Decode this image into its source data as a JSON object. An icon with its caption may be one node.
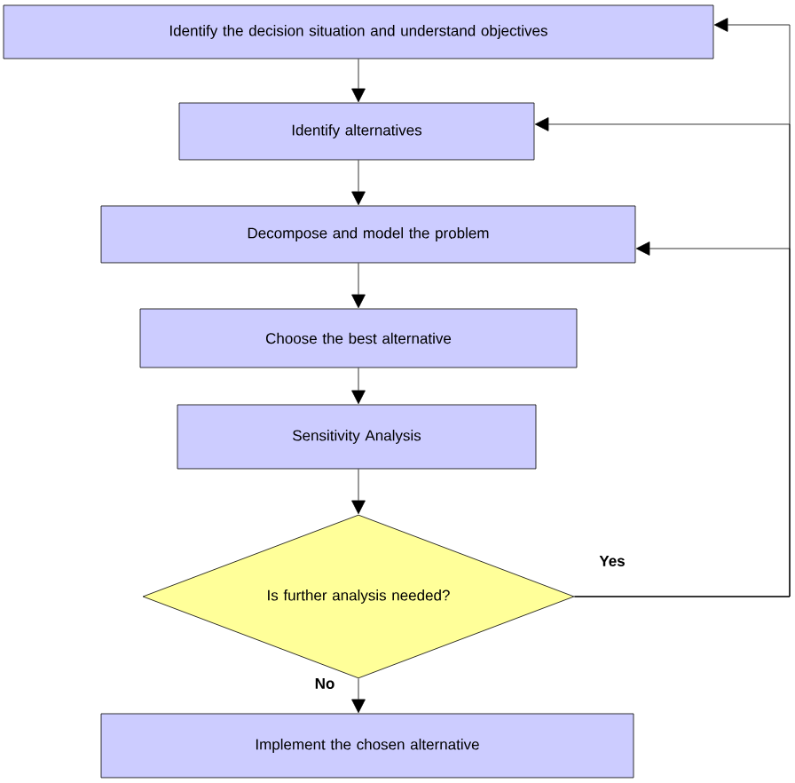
{
  "diagram": {
    "nodes": [
      {
        "text": [
          "Identify the decision situation and understand objectives"
        ]
      },
      {
        "text": [
          "Identify alternatives"
        ]
      },
      {
        "text": [
          "Decompose and model the problem"
        ]
      },
      {
        "text": [
          "Choose the best alternative"
        ]
      },
      {
        "text": [
          "Sensitivity Analysis"
        ]
      },
      {
        "text": [
          "Is further analysis needed?"
        ]
      },
      {
        "text": [
          "Implement the chosen alternative"
        ]
      }
    ],
    "edges": [
      {
        "from": 0,
        "to": 1,
        "arrow": "to"
      },
      {
        "from": 1,
        "to": 2,
        "arrow": "to"
      },
      {
        "from": 2,
        "to": 3,
        "arrow": "to"
      },
      {
        "from": 3,
        "to": 4,
        "arrow": "to"
      },
      {
        "from": 4,
        "to": 5,
        "arrow": "to"
      },
      {
        "from": 5,
        "to": 6,
        "arrow": "to",
        "label": "No"
      },
      {
        "from": 5,
        "to": 0,
        "arrow": "to",
        "label": "Yes"
      },
      {
        "from": 5,
        "to": 1,
        "arrow": "to"
      },
      {
        "from": 5,
        "to": 2,
        "arrow": "to"
      }
    ]
  }
}
